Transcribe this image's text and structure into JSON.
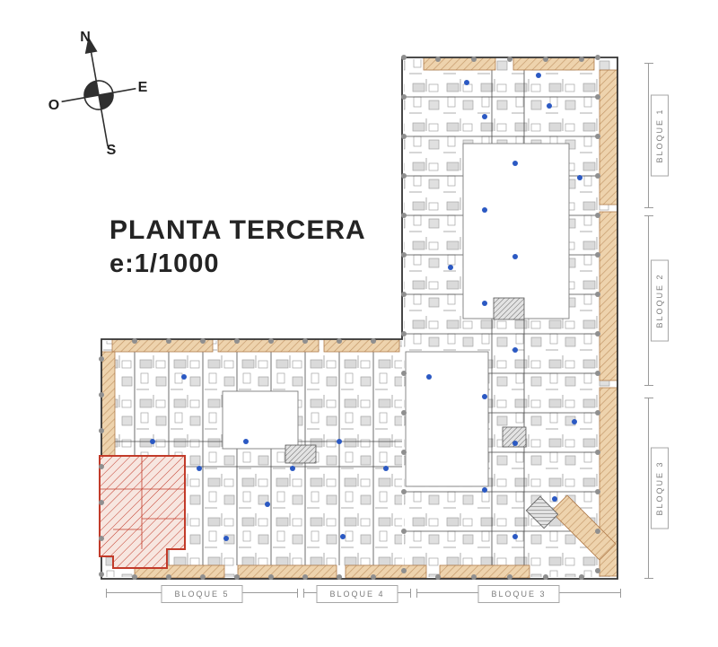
{
  "title": "PLANTA TERCERA",
  "scale": "e:1/1000",
  "compass": {
    "north": "N",
    "east": "E",
    "south": "S",
    "west": "O"
  },
  "blocks_right": [
    {
      "label": "BLOQUE 1"
    },
    {
      "label": "BLOQUE 2"
    },
    {
      "label": "BLOQUE 3"
    }
  ],
  "blocks_bottom": [
    {
      "label": "BLOQUE 5"
    },
    {
      "label": "BLOQUE 4"
    },
    {
      "label": "BLOQUE 3"
    }
  ],
  "highlighted_unit": {
    "description": "red hatched apartment unit at bottom-left of plan"
  },
  "colors": {
    "balcony_fill": "#eed3ad",
    "balcony_line": "#c59a6b",
    "highlight_red": "#c23b2a",
    "fixture_blue": "#2b59c3",
    "column_gray": "#8f8f8f",
    "wall_dark": "#3a3a3a",
    "bracket_gray": "#9a9a9a"
  }
}
